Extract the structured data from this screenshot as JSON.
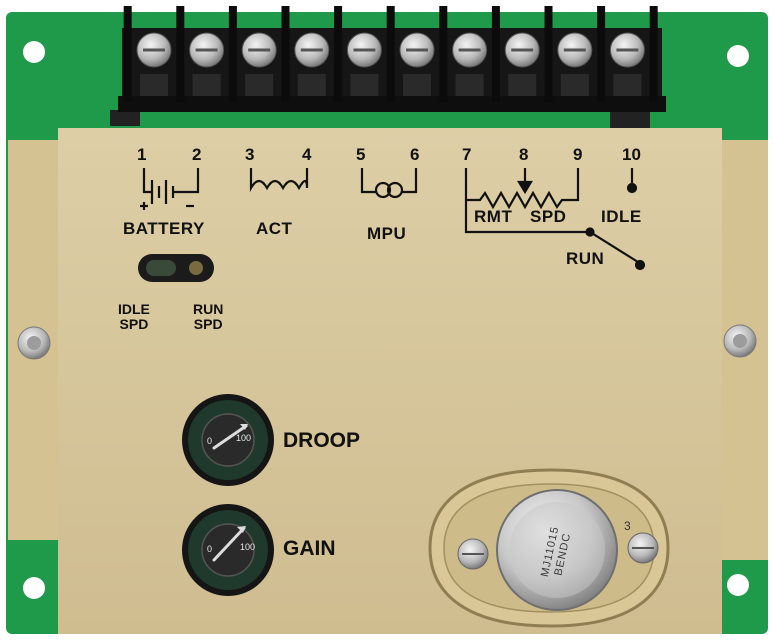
{
  "terminals": {
    "numbers": [
      "1",
      "2",
      "3",
      "4",
      "5",
      "6",
      "7",
      "8",
      "9",
      "10"
    ]
  },
  "labels": {
    "battery": "BATTERY",
    "act": "ACT",
    "mpu": "MPU",
    "rmt": "RMT",
    "spd": "SPD",
    "idle": "IDLE",
    "run": "RUN"
  },
  "switch": {
    "left_top": "IDLE",
    "left_bottom": "SPD",
    "right_top": "RUN",
    "right_bottom": "SPD"
  },
  "dials": {
    "droop_label": "DROOP",
    "gain_label": "GAIN",
    "scale_min": "0",
    "scale_max": "100"
  },
  "transistor": {
    "marking_1": "MJ11015",
    "marking_2": "BENDC",
    "pin_label": "3"
  },
  "colors": {
    "pcb": "#1f9a4a",
    "cover": "#d8c79c",
    "terminal_block": "#1a1a1a",
    "screw": "#c9c9c9",
    "print": "#111111"
  }
}
